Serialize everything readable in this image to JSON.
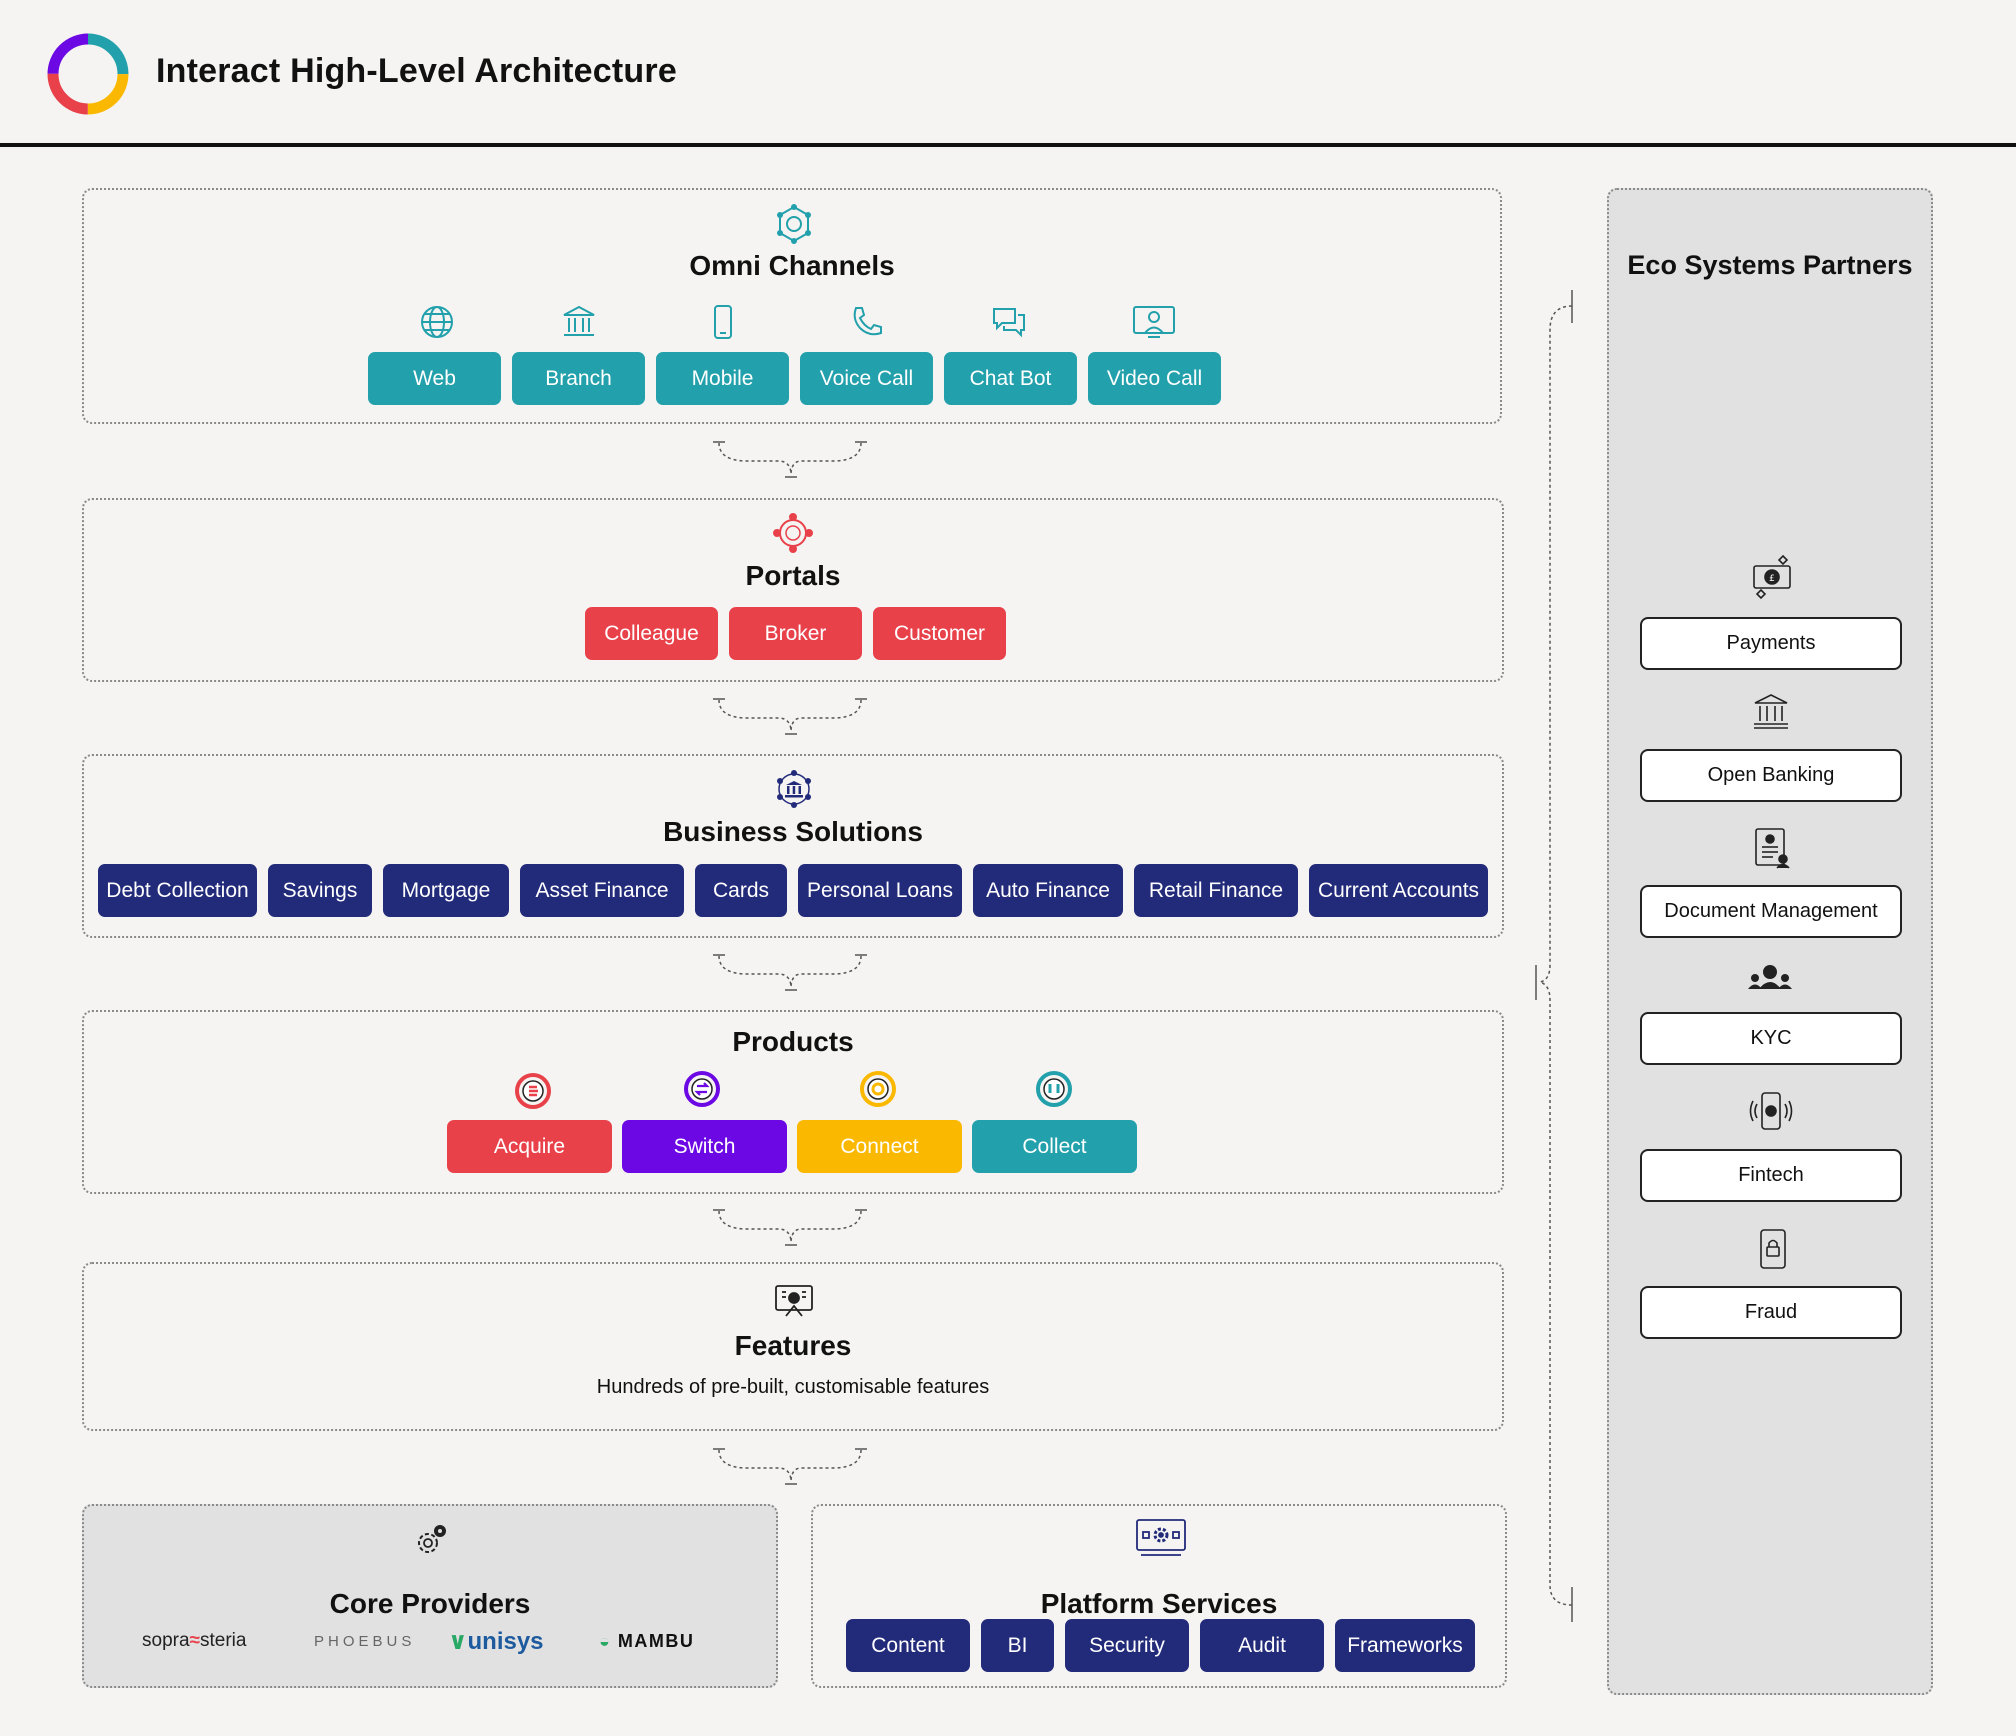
{
  "header": {
    "title": "Interact High-Level Architecture"
  },
  "omni": {
    "title": "Omni Channels",
    "items": [
      {
        "label": "Web",
        "icon": "globe-icon"
      },
      {
        "label": "Branch",
        "icon": "bank-icon"
      },
      {
        "label": "Mobile",
        "icon": "mobile-icon"
      },
      {
        "label": "Voice Call",
        "icon": "phone-icon"
      },
      {
        "label": "Chat Bot",
        "icon": "chat-icon"
      },
      {
        "label": "Video Call",
        "icon": "video-call-icon"
      }
    ]
  },
  "portals": {
    "title": "Portals",
    "items": [
      "Colleague",
      "Broker",
      "Customer"
    ]
  },
  "business": {
    "title": "Business Solutions",
    "items": [
      "Debt Collection",
      "Savings",
      "Mortgage",
      "Asset Finance",
      "Cards",
      "Personal Loans",
      "Auto Finance",
      "Retail Finance",
      "Current Accounts"
    ]
  },
  "products": {
    "title": "Products",
    "items": [
      {
        "label": "Acquire",
        "color": "#e8414a"
      },
      {
        "label": "Switch",
        "color": "#6b08e3"
      },
      {
        "label": "Connect",
        "color": "#fbb800"
      },
      {
        "label": "Collect",
        "color": "#22a0ab"
      }
    ]
  },
  "features": {
    "title": "Features",
    "subtitle": "Hundreds of pre-built, customisable features"
  },
  "core": {
    "title": "Core Providers",
    "logos": [
      "sopra",
      "steria",
      "PHOEBUS",
      "unisys",
      "MAMBU"
    ]
  },
  "platform": {
    "title": "Platform Services",
    "items": [
      "Content",
      "BI",
      "Security",
      "Audit",
      "Frameworks"
    ]
  },
  "partners": {
    "title": "Eco Systems Partners",
    "items": [
      {
        "label": "Payments",
        "icon": "payment-icon"
      },
      {
        "label": "Open Banking",
        "icon": "bank-icon"
      },
      {
        "label": "Document Management",
        "icon": "document-icon"
      },
      {
        "label": "KYC",
        "icon": "people-icon"
      },
      {
        "label": "Fintech",
        "icon": "fintech-device-icon"
      },
      {
        "label": "Fraud",
        "icon": "lock-device-icon"
      }
    ]
  },
  "colors": {
    "teal": "#22a0ab",
    "red": "#e8414a",
    "navy": "#222a7a",
    "purple": "#6b08e3",
    "yellow": "#fbb800"
  }
}
